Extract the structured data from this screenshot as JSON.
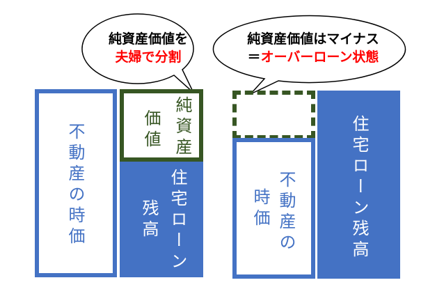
{
  "colors": {
    "blue": "#4472C4",
    "green": "#375623",
    "red": "#FF0000"
  },
  "left": {
    "bubble": {
      "line1": "純資産価値を",
      "line2": "夫婦で分割"
    },
    "property": "不動産の時価",
    "equity": {
      "col1": "純資産",
      "col2": "価値"
    },
    "loan": {
      "col1": "住宅ローン",
      "col2": "残高"
    }
  },
  "right": {
    "bubble": {
      "line1": "純資産価値はマイナス",
      "line2_prefix": "＝",
      "line2": "オーバーローン状態"
    },
    "property": {
      "col1": "不動産の",
      "col2": "時価"
    },
    "loan": "住宅ローン残高"
  }
}
